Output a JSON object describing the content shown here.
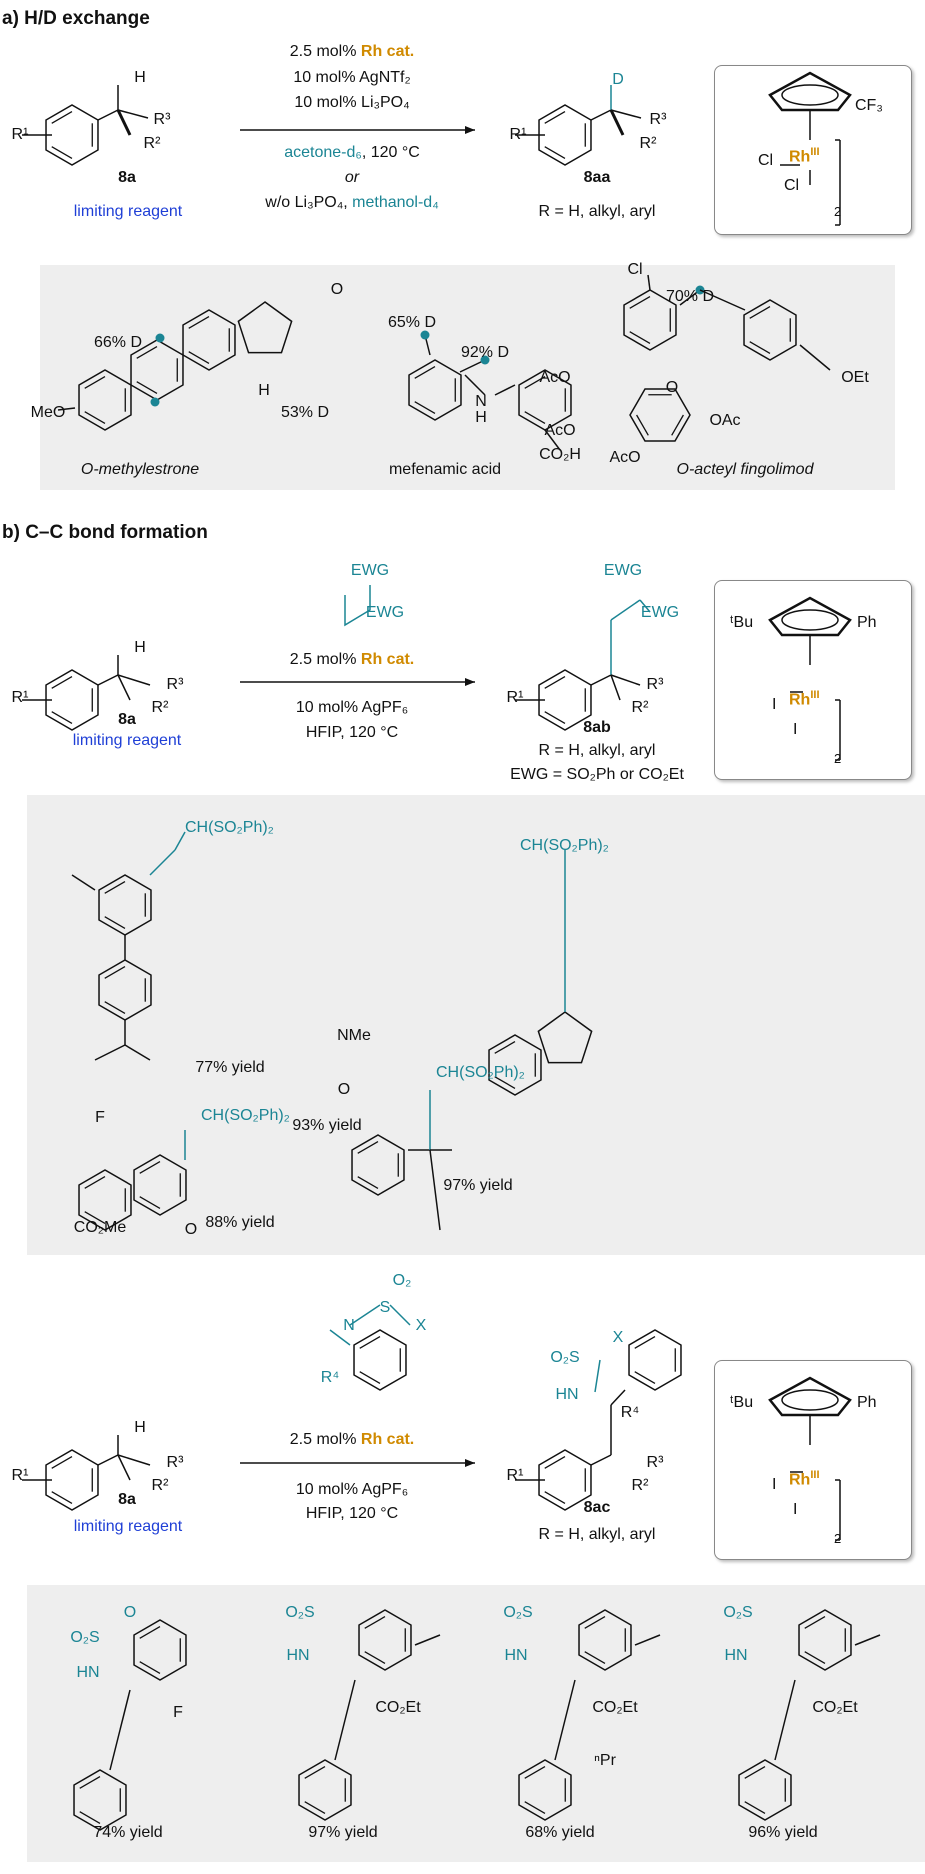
{
  "section_a": {
    "title": "a) H/D exchange",
    "cond1_pre": "2.5 mol% ",
    "cond1_cat": "Rh cat.",
    "cond2": "10 mol% AgNTf₂",
    "cond3": "10 mol% Li₃PO₄",
    "cond4_solvent": "acetone-d₆",
    "cond4_temp": ", 120 °C",
    "cond5": "or",
    "cond6_pre": "w/o Li₃PO₄, ",
    "cond6_solvent": "methanol-d₄",
    "sm_label": "8a",
    "sm_note": "limiting reagent",
    "product_label": "8aa",
    "product_note": "R = H, alkyl, aryl",
    "atoms": {
      "H": "H",
      "D": "D",
      "R1": "R¹",
      "R2": "R²",
      "R3": "R³"
    },
    "catalyst": {
      "cf3": "CF₃",
      "rh": "Rh",
      "ox": "III",
      "cl1": "Cl",
      "cl2": "Cl",
      "n": "2"
    },
    "examples": [
      {
        "name": "O-methylestrone",
        "d1": "66% D",
        "d2": "53% D",
        "meo": "MeO",
        "o": "O",
        "h": "H"
      },
      {
        "name": "mefenamic acid",
        "d1": "65% D",
        "d2": "92% D",
        "nh": "N",
        "nh_h": "H",
        "acid": "CO₂H"
      },
      {
        "name": "O-acteyl fingolimod",
        "d1": "70% D",
        "cl": "Cl",
        "oet": "OEt",
        "aco1": "AcO",
        "aco2": "AcO",
        "aco3": "AcO",
        "oac": "OAc",
        "o": "O"
      }
    ]
  },
  "section_b": {
    "title": "b) C–C bond formation",
    "scheme1": {
      "ewg1": "EWG",
      "ewg2": "EWG",
      "cond1_pre": "2.5 mol% ",
      "cond1_cat": "Rh cat.",
      "cond2": "10 mol% AgPF₆",
      "cond3": "HFIP, 120 °C",
      "sm_label": "8a",
      "sm_note": "limiting reagent",
      "product_label": "8ab",
      "product_note": "R = H, alkyl, aryl",
      "ewg_note": "EWG = SO₂Ph or CO₂Et",
      "p_ewg1": "EWG",
      "p_ewg2": "EWG",
      "R1": "R¹",
      "R2": "R²",
      "R3": "R³",
      "H": "H",
      "catalyst": {
        "tbu": "ᵗBu",
        "ph": "Ph",
        "rh": "Rh",
        "ox": "III",
        "i1": "I",
        "i2": "I",
        "n": "2"
      },
      "examples": [
        {
          "sub": "CH(SO₂Ph)₂",
          "yield": "77% yield",
          "f": "F",
          "ester": "CO₂Me"
        },
        {
          "sub": "CH(SO₂Ph)₂",
          "yield": "93% yield",
          "nme": "NMe",
          "o": "O"
        },
        {
          "sub": "CH(SO₂Ph)₂",
          "yield": "88% yield",
          "o": "O"
        },
        {
          "sub": "CH(SO₂Ph)₂",
          "yield": "97% yield"
        }
      ]
    },
    "scheme2": {
      "o2": "O₂",
      "s": "S",
      "n": "N",
      "x": "X",
      "r4": "R⁴",
      "cond1_pre": "2.5 mol% ",
      "cond1_cat": "Rh cat.",
      "cond2": "10 mol% AgPF₆",
      "cond3": "HFIP, 120 °C",
      "sm_label": "8a",
      "sm_note": "limiting reagent",
      "product_label": "8ac",
      "product_note": "R = H, alkyl, aryl",
      "p_o2s": "O₂S",
      "p_x": "X",
      "p_hn": "HN",
      "p_r4": "R⁴",
      "R1": "R¹",
      "R2": "R²",
      "R3": "R³",
      "H": "H",
      "catalyst": {
        "tbu": "ᵗBu",
        "ph": "Ph",
        "rh": "Rh",
        "ox": "III",
        "i1": "I",
        "i2": "I",
        "n": "2"
      },
      "examples": [
        {
          "yield": "74% yield",
          "o2s": "O₂S",
          "o": "O",
          "hn": "HN",
          "f": "F"
        },
        {
          "yield": "97% yield",
          "o2s": "O₂S",
          "hn": "HN",
          "ester": "CO₂Et"
        },
        {
          "yield": "68% yield",
          "o2s": "O₂S",
          "hn": "HN",
          "ester": "CO₂Et",
          "npr": "ⁿPr"
        },
        {
          "yield": "96% yield",
          "o2s": "O₂S",
          "hn": "HN",
          "ester": "CO₂Et"
        }
      ]
    }
  },
  "colors": {
    "teal": "#1b8594",
    "orange": "#d08a00",
    "blue": "#1f3fd6",
    "panel": "#eeeeee"
  }
}
